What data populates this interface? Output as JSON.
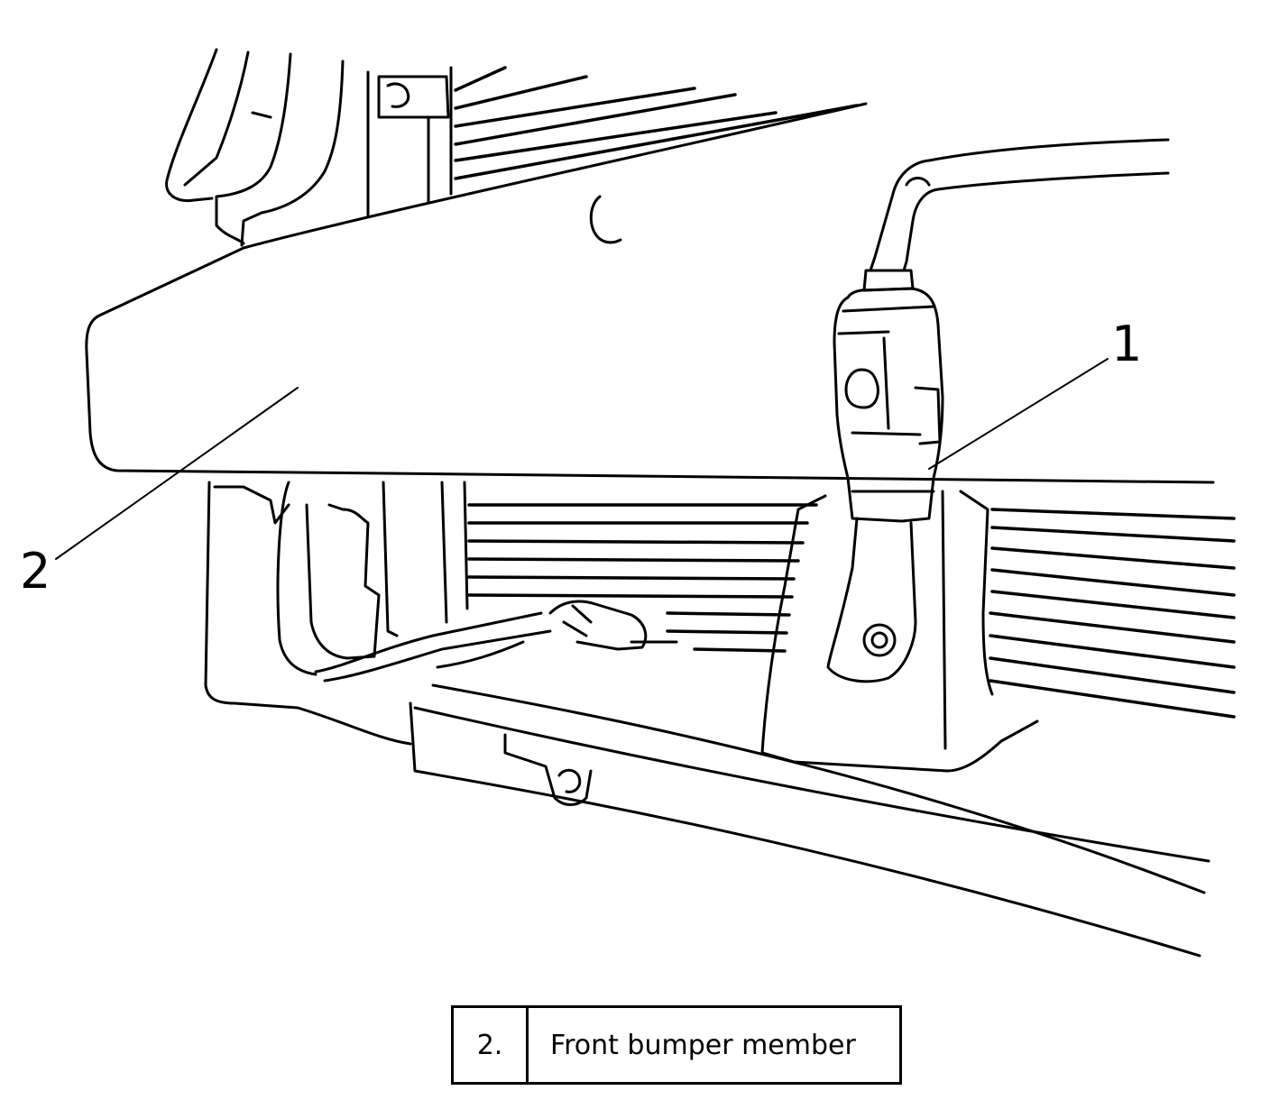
{
  "callouts": [
    {
      "label": "1"
    },
    {
      "label": "2"
    }
  ],
  "legend": {
    "rows": [
      {
        "number": "2.",
        "description": "Front bumper member"
      }
    ]
  },
  "colors": {
    "ink": "#000000",
    "paper": "#ffffff"
  }
}
